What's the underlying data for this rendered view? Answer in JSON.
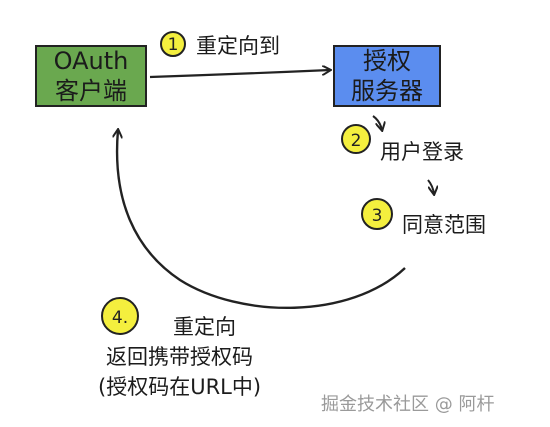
{
  "nodes": {
    "client": {
      "line1": "OAuth",
      "line2": "客户端",
      "fill": "#6aa84f"
    },
    "auth_server": {
      "line1": "授权",
      "line2": "服务器",
      "fill": "#5b8def"
    }
  },
  "steps": [
    {
      "number": "1",
      "label": "重定向到"
    },
    {
      "number": "2",
      "label": "用户登录"
    },
    {
      "number": "3",
      "label": "同意范围"
    },
    {
      "number": "4.",
      "line1": "重定向",
      "line2": "返回携带授权码",
      "line3": "(授权码在URL中)"
    }
  ],
  "badge_color": "#f4ef3e",
  "watermark": "掘金技术社区 @ 阿杆"
}
